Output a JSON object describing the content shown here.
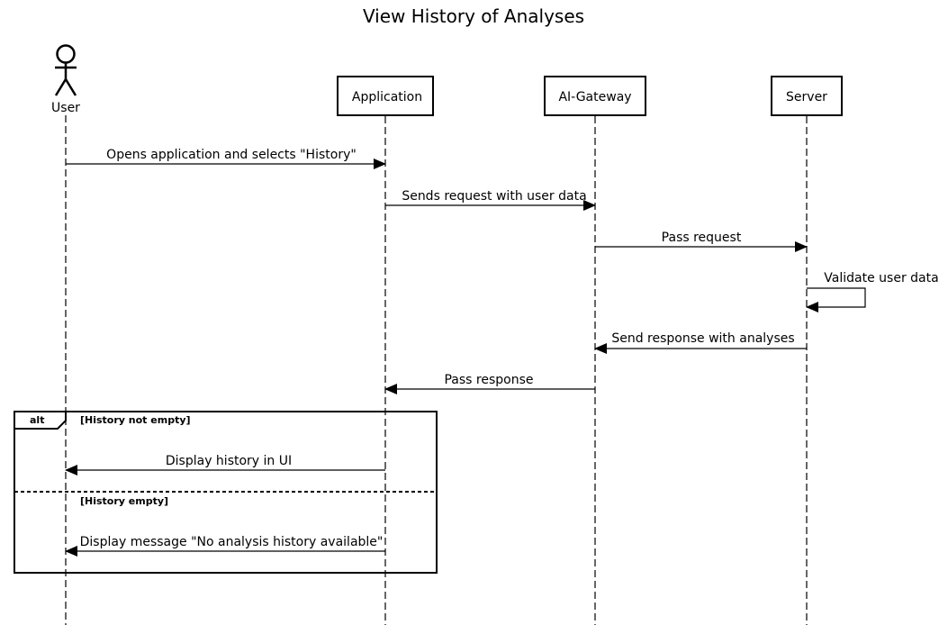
{
  "title": "View History of Analyses",
  "participants": {
    "user": "User",
    "application": "Application",
    "gateway": "AI-Gateway",
    "server": "Server"
  },
  "messages": [
    "Opens application and selects \"History\"",
    "Sends request with user data",
    "Pass request",
    "Validate user data",
    "Send response with analyses",
    "Pass response",
    "Display history in UI",
    "Display message \"No analysis history available\""
  ],
  "alt_fragment": {
    "operator": "alt",
    "guard_1": "[History not empty]",
    "guard_2": "[History empty]"
  }
}
